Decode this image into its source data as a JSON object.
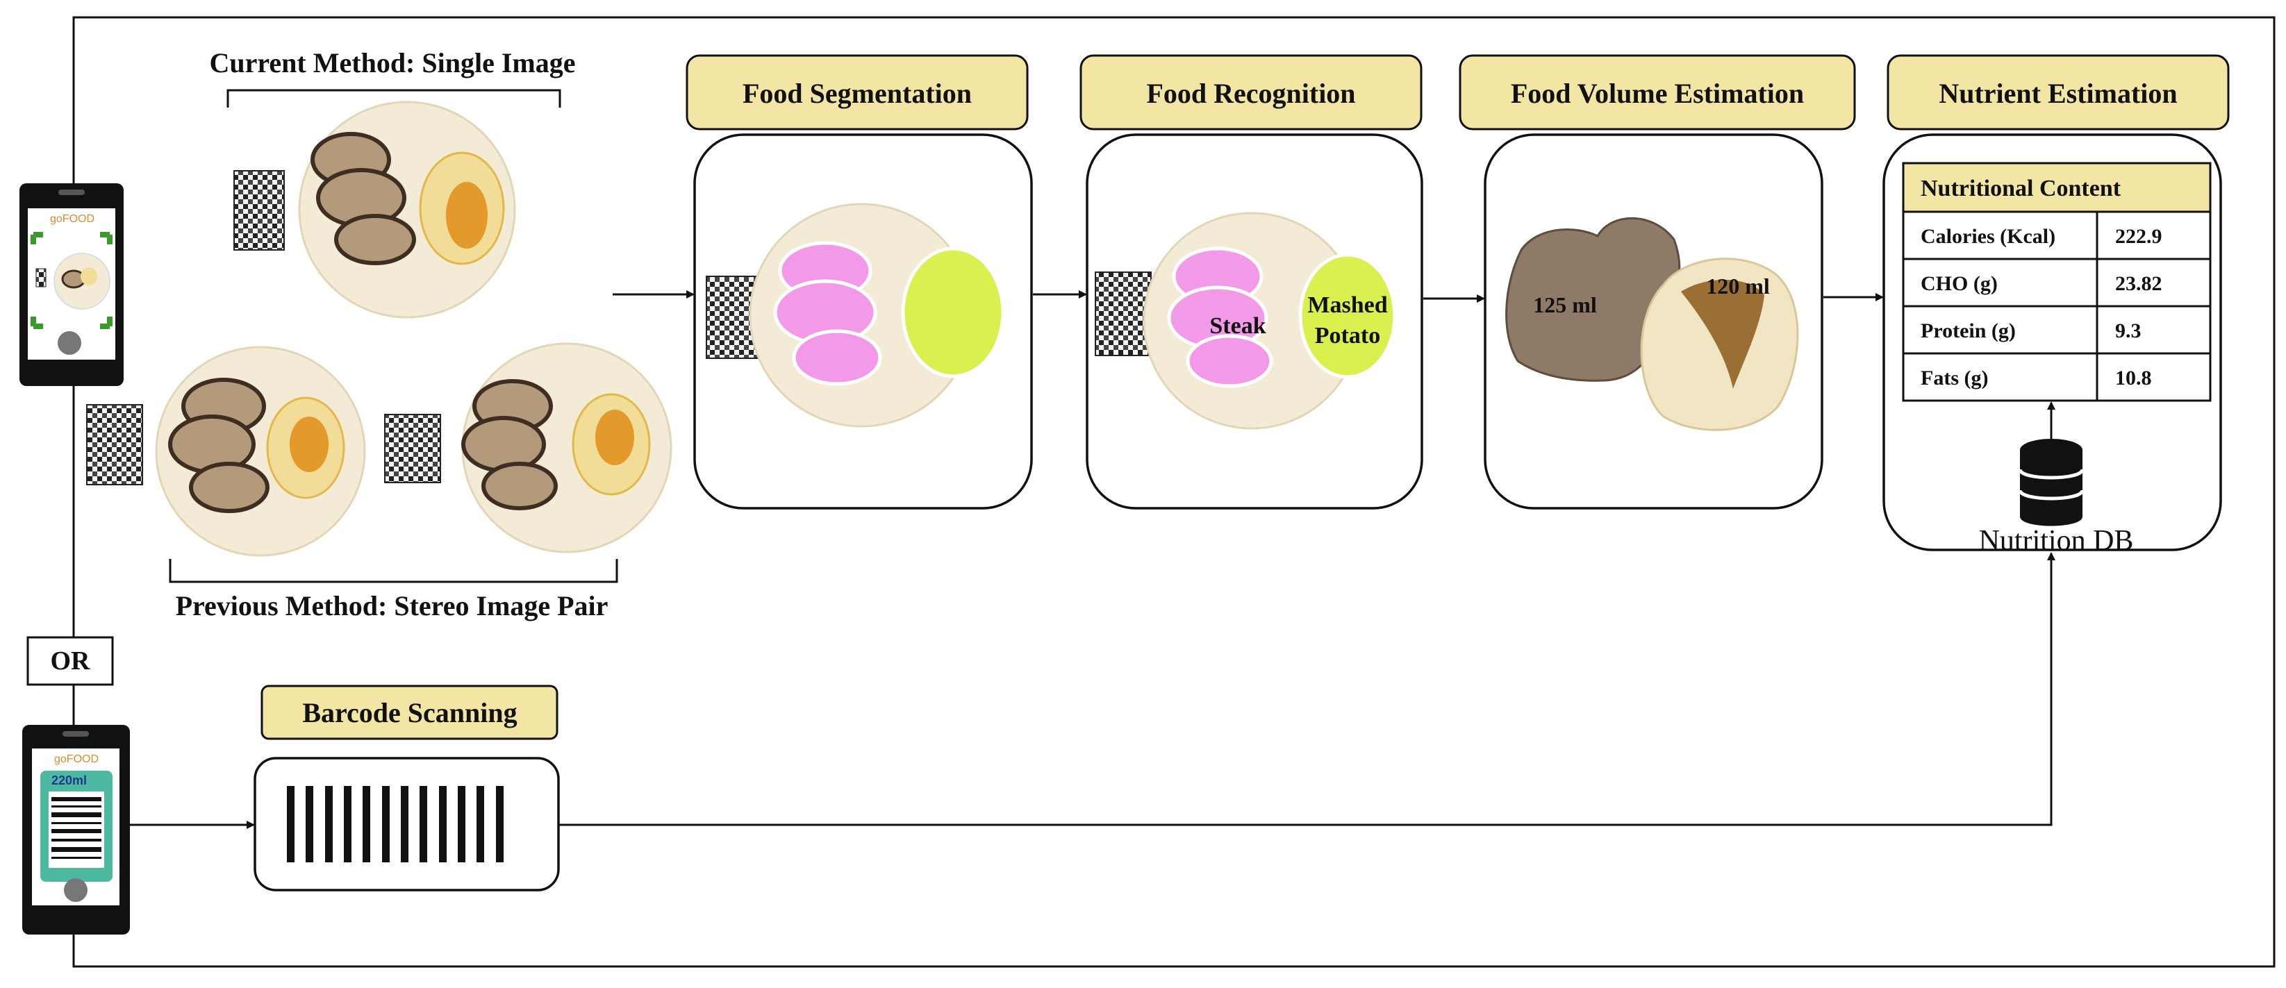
{
  "single_image_title": "Current Method: Single Image",
  "stereo_title": "Previous Method: Stereo Image Pair",
  "or_label": "OR",
  "barcode_title": "Barcode Scanning",
  "stages": [
    {
      "title": "Food Segmentation"
    },
    {
      "title": "Food Recognition"
    },
    {
      "title": "Food Volume Estimation"
    },
    {
      "title": "Nutrient Estimation"
    }
  ],
  "recognition_labels": {
    "steak": "Steak",
    "mashed_line1": "Mashed",
    "mashed_line2": "Potato"
  },
  "volume_labels": {
    "steak": "125 ml",
    "potato": "120 ml"
  },
  "nutrition_table": {
    "title": "Nutritional Content",
    "rows": [
      {
        "label": "Calories (Kcal)",
        "value": "222.9"
      },
      {
        "label": "CHO (g)",
        "value": "23.82"
      },
      {
        "label": "Protein (g)",
        "value": "9.3"
      },
      {
        "label": "Fats (g)",
        "value": "10.8"
      }
    ]
  },
  "db_label": "Nutrition DB",
  "phone1_brand": "goFOOD",
  "phone2_brand": "goFOOD",
  "phone2_product": "220ml"
}
